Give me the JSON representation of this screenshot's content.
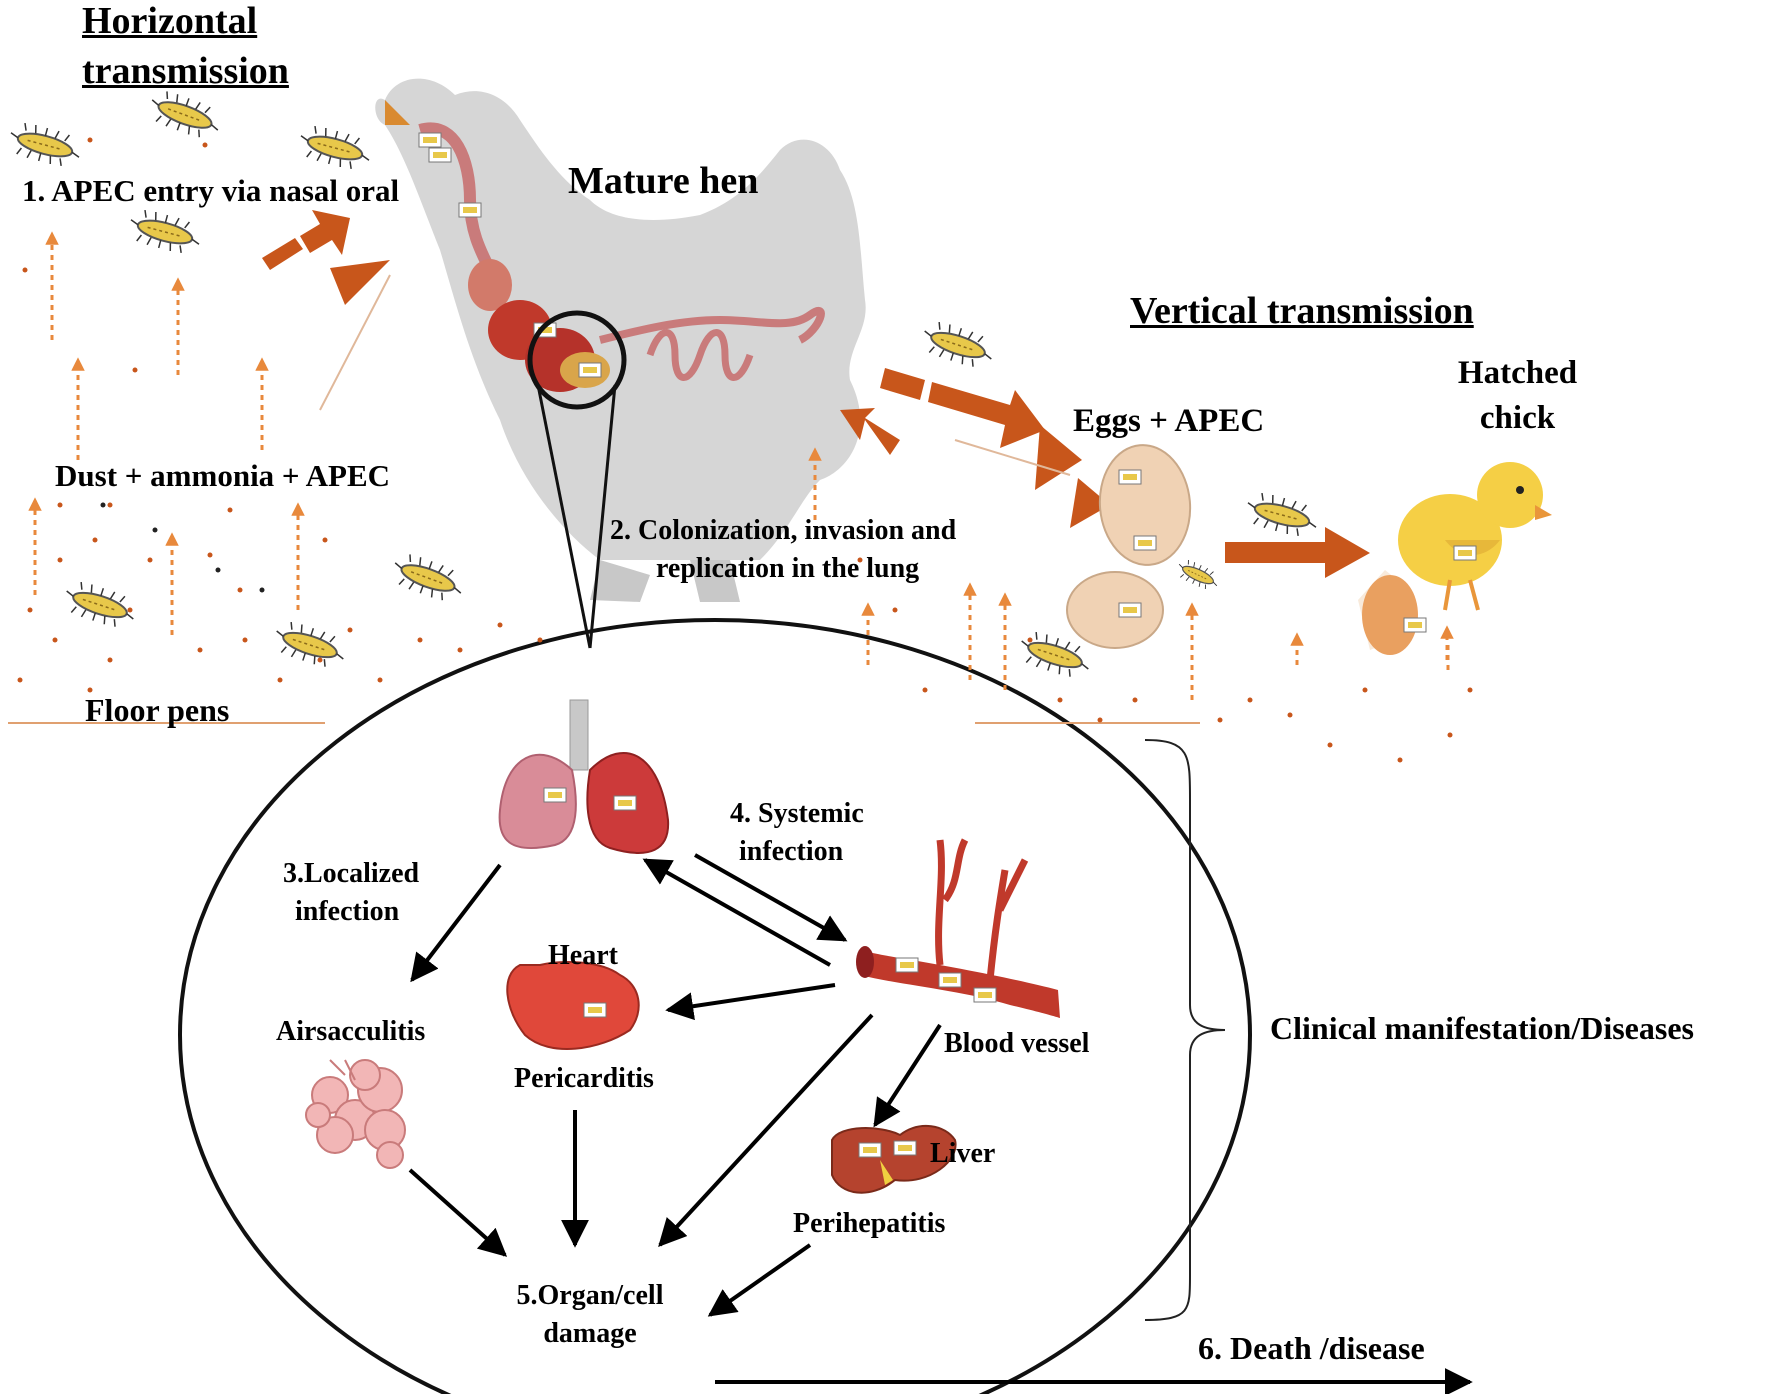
{
  "labels": {
    "horizontal_title_l1": "Horizontal",
    "horizontal_title_l2": "transmission",
    "step1": "1. APEC entry via nasal oral",
    "mature_hen": "Mature hen",
    "vertical_title": "Vertical transmission",
    "hatched_l1": "Hatched",
    "hatched_l2": "chick",
    "eggs": "Eggs + APEC",
    "dust": "Dust + ammonia + APEC",
    "step2_l1": "2. Colonization, invasion and",
    "step2_l2": "replication in the lung",
    "floor": "Floor pens",
    "step4_l1": "4. Systemic",
    "step4_l2": "infection",
    "step3_l1": "3.Localized",
    "step3_l2": "infection",
    "heart": "Heart",
    "airsacculitis": "Airsacculitis",
    "pericarditis": "Pericarditis",
    "blood_vessel": "Blood vessel",
    "clinical": "Clinical manifestation/Diseases",
    "liver": "Liver",
    "perihepatitis": "Perihepatitis",
    "step5_l1": "5.Organ/cell",
    "step5_l2": "damage",
    "step6": "6.  Death /disease"
  },
  "colors": {
    "arrow_orange": "#c8561b",
    "dotted_arrow": "#e8893c",
    "bacteria_body": "#e8c84a",
    "hen_silhouette": "#d6d6d6",
    "organ_red": "#c0392b",
    "lung_pink": "#d98c98",
    "egg": "#f0d2b4",
    "chick_yellow": "#f5cf45",
    "ink": "#000000"
  },
  "icons": [
    "bacteria-icon",
    "hen-icon",
    "lung-icon",
    "heart-icon",
    "blood-vessel-icon",
    "liver-icon",
    "air-sac-icon",
    "egg-icon",
    "chick-icon"
  ]
}
